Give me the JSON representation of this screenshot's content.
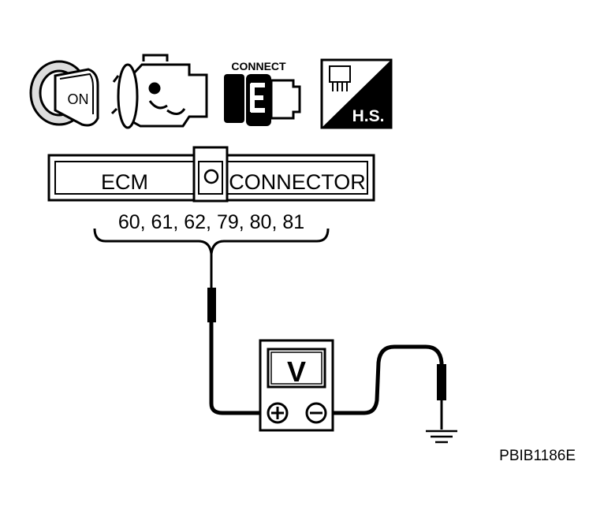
{
  "icons": [
    {
      "name": "ignition-key-on-icon",
      "label": "ON"
    },
    {
      "name": "engine-icon"
    },
    {
      "name": "connector-connect-icon",
      "label": "CONNECT"
    },
    {
      "name": "harness-side-icon",
      "label": "H.S."
    }
  ],
  "connector": {
    "left_label": "ECM",
    "right_label": "CONNECTOR",
    "pins": "60, 61, 62, 79, 80, 81"
  },
  "voltmeter": {
    "display": "V",
    "positive_terminal": "+",
    "negative_terminal": "−"
  },
  "ground_symbol": "ground-icon",
  "figure_code": "PBIB1186E",
  "colors": {
    "line": "#000000",
    "background": "#ffffff"
  }
}
